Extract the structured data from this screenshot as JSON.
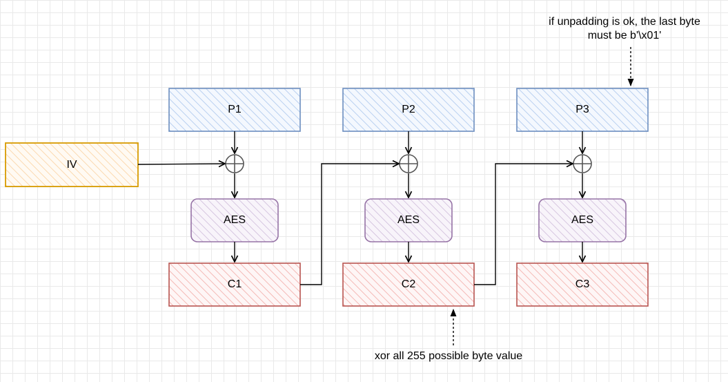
{
  "blocks": {
    "iv": "IV",
    "p1": "P1",
    "p2": "P2",
    "p3": "P3",
    "aes1": "AES",
    "aes2": "AES",
    "aes3": "AES",
    "c1": "C1",
    "c2": "C2",
    "c3": "C3"
  },
  "annotations": {
    "top_line1": "if unpadding is ok, the last byte",
    "top_line2": "must be b'\\x01'",
    "bottom": "xor all 255 possible byte value"
  },
  "colors": {
    "plaintext_stroke": "#6c8ebf",
    "plaintext_fill": "#dae8fc",
    "iv_stroke": "#d79b00",
    "iv_fill": "#ffe6cc",
    "aes_stroke": "#9673a6",
    "aes_fill": "#e1d5e7",
    "cipher_stroke": "#b85450",
    "cipher_fill": "#f8cecc",
    "line": "#000000",
    "xor": "#555555"
  }
}
